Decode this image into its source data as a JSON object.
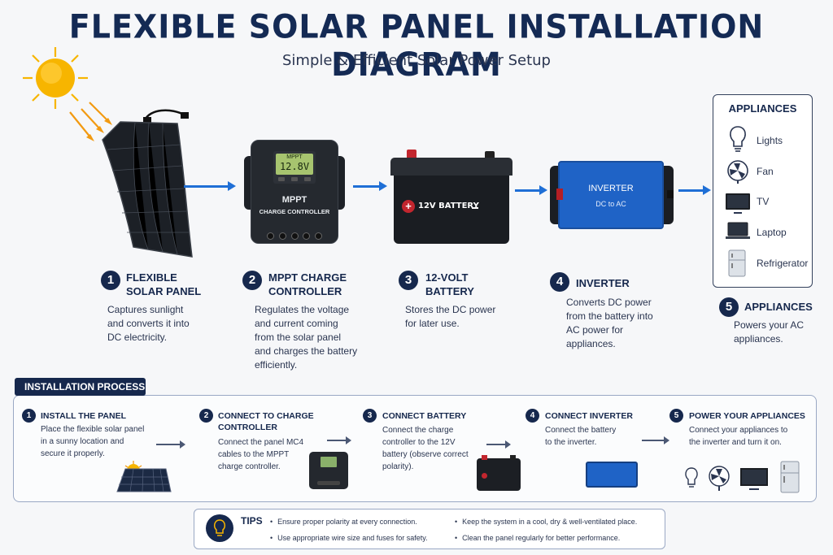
{
  "title": "FLEXIBLE SOLAR PANEL INSTALLATION DIAGRAM",
  "subtitle": "Simple & Efficient Solar Power Setup",
  "components": [
    {
      "num": "1",
      "title_l1": "FLEXIBLE",
      "title_l2": "SOLAR PANEL",
      "desc": [
        "Captures sunlight",
        "and converts it into",
        "DC electricity."
      ]
    },
    {
      "num": "2",
      "title_l1": "MPPT CHARGE",
      "title_l2": "CONTROLLER",
      "desc": [
        "Regulates the voltage",
        "and current coming",
        "from the solar panel",
        "and charges the battery",
        "efficiently."
      ]
    },
    {
      "num": "3",
      "title_l1": "12-VOLT",
      "title_l2": "BATTERY",
      "desc": [
        "Stores the DC power",
        "for later use."
      ]
    },
    {
      "num": "4",
      "title_l1": "INVERTER",
      "desc": [
        "Converts DC power",
        "from the battery into",
        "AC power for",
        "appliances."
      ]
    },
    {
      "num": "5",
      "title_l1": "APPLIANCES",
      "desc": [
        "Powers your AC",
        "appliances."
      ]
    }
  ],
  "device_labels": {
    "controller_display": "12.8V",
    "controller_display_top": "MPPT",
    "controller_l1": "MPPT",
    "controller_l2": "CHARGE CONTROLLER",
    "battery": "12V BATTERY",
    "inverter_l1": "INVERTER",
    "inverter_l2": "DC to AC"
  },
  "appliances_box": {
    "heading": "APPLIANCES",
    "items": [
      "Lights",
      "Fan",
      "TV",
      "Laptop",
      "Refrigerator"
    ]
  },
  "process": {
    "heading": "INSTALLATION PROCESS",
    "steps": [
      {
        "num": "1",
        "title": [
          "INSTALL THE PANEL"
        ],
        "desc": [
          "Place the flexible solar panel",
          "in a sunny location and",
          "secure it properly."
        ]
      },
      {
        "num": "2",
        "title": [
          "CONNECT TO CHARGE",
          "CONTROLLER"
        ],
        "desc": [
          "Connect the panel MC4",
          "cables to the MPPT",
          "charge controller."
        ]
      },
      {
        "num": "3",
        "title": [
          "CONNECT BATTERY"
        ],
        "desc": [
          "Connect the charge",
          "controller to the 12V",
          "battery (observe correct",
          "polarity)."
        ]
      },
      {
        "num": "4",
        "title": [
          "CONNECT INVERTER"
        ],
        "desc": [
          "Connect the battery",
          "to the inverter."
        ]
      },
      {
        "num": "5",
        "title": [
          "POWER YOUR APPLIANCES"
        ],
        "desc": [
          "Connect your appliances to",
          "the inverter and turn it on."
        ]
      }
    ]
  },
  "tips": {
    "heading": "TIPS",
    "items": [
      "Ensure proper polarity at every connection.",
      "Use appropriate wire size and fuses for safety.",
      "Keep the system in a cool, dry & well-ventilated place.",
      "Clean the panel regularly for better performance."
    ]
  },
  "colors": {
    "navy": "#16284d",
    "accent_blue": "#1f6fd6",
    "sun": "#f7b500"
  },
  "icons": [
    "sun-icon",
    "solar-panel-icon",
    "charge-controller-icon",
    "battery-icon",
    "inverter-icon",
    "lightbulb-icon",
    "fan-icon",
    "tv-icon",
    "laptop-icon",
    "refrigerator-icon",
    "tip-lightbulb-icon"
  ]
}
